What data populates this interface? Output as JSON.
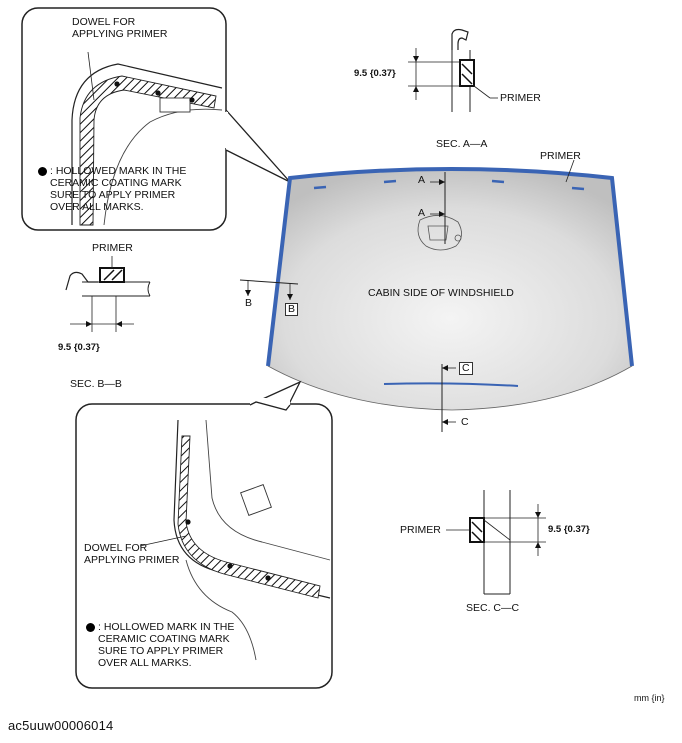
{
  "top_left_callout": {
    "dowel_label": "DOWEL FOR\nAPPLYING PRIMER",
    "hollowed_mark_note": ": HOLLOWED MARK IN THE\nCERAMIC COATING MARK\nSURE TO APPLY PRIMER\nOVER ALL MARKS."
  },
  "bottom_left_callout": {
    "dowel_label": "DOWEL FOR\nAPPLYING PRIMER",
    "hollowed_mark_note": ": HOLLOWED MARK IN THE\nCERAMIC COATING MARK\nSURE TO APPLY PRIMER\nOVER ALL MARKS."
  },
  "section_a": {
    "dimension": "9.5 {0.37}",
    "primer_label": "PRIMER",
    "caption": "SEC. A—A"
  },
  "section_b": {
    "primer_label": "PRIMER",
    "dimension": "9.5 {0.37}",
    "caption": "SEC. B—B"
  },
  "section_c": {
    "primer_label": "PRIMER",
    "dimension": "9.5 {0.37}",
    "caption": "SEC. C—C"
  },
  "windshield": {
    "label": "CABIN SIDE OF WINDSHIELD",
    "primer_label": "PRIMER",
    "primer_color": "#3a64b4",
    "glass_color": "#d9d9d9",
    "markers": {
      "a_top": "A",
      "a_bottom": "A",
      "b_left": "B",
      "b_right": "B",
      "c_top": "C",
      "c_bottom": "C"
    }
  },
  "units_label": "mm {in}",
  "figure_id": "ac5uuw00006014"
}
